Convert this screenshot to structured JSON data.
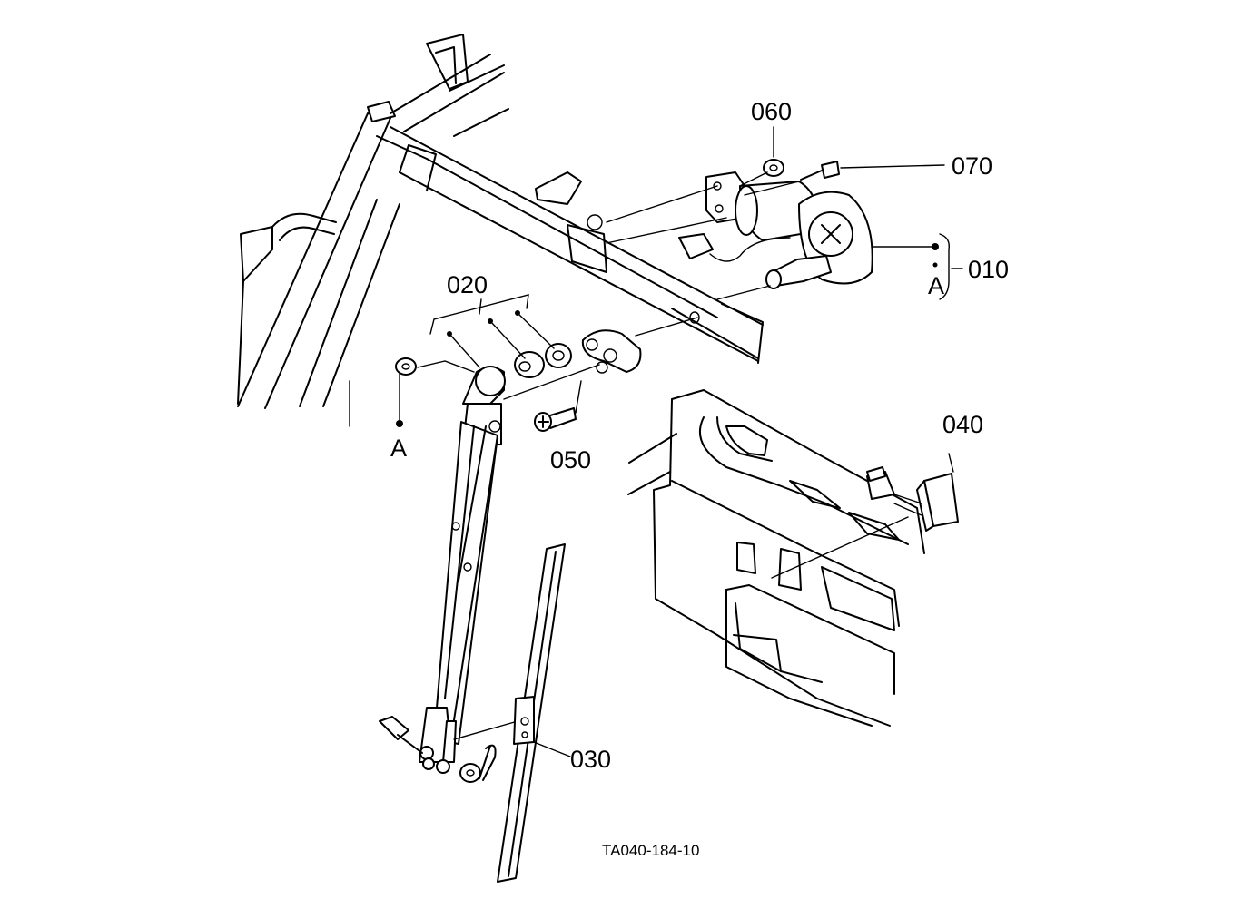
{
  "labels": {
    "p010": "010",
    "p020": "020",
    "p030": "030",
    "p040": "040",
    "p050": "050",
    "p060": "060",
    "p070": "070",
    "ref_a_motor": "A",
    "ref_a_nut": "A"
  },
  "drawing_code": "TA040-184-10"
}
